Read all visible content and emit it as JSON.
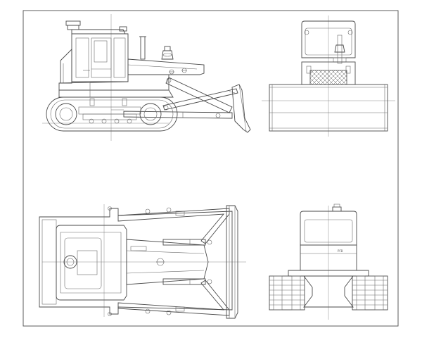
{
  "drawing": {
    "views": [
      {
        "name": "side-elevation",
        "label": ""
      },
      {
        "name": "front-elevation",
        "label": ""
      },
      {
        "name": "plan-view",
        "label": ""
      },
      {
        "name": "rear-elevation",
        "label": ""
      }
    ],
    "rear_plate_text": "PFB",
    "line_color": "#4a4a4a",
    "background": "#ffffff"
  }
}
